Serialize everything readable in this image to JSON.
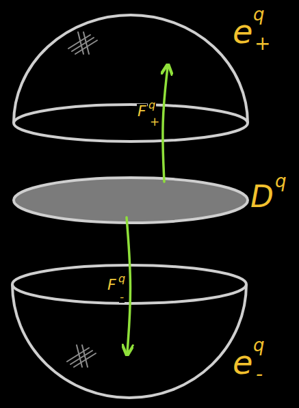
{
  "diagram": {
    "nodes": [
      {
        "text": [
          "e",
          "q",
          "+"
        ]
      },
      {
        "text": [
          "D",
          "q"
        ]
      },
      {
        "text": [
          "e",
          "q",
          "-"
        ]
      }
    ],
    "edges": [
      {
        "from": 1,
        "to": 0,
        "arrow": "to",
        "label": "F"
      },
      {
        "from": 1,
        "to": 2,
        "arrow": "to",
        "label": "F"
      }
    ],
    "labels": [
      "q",
      "+",
      "q",
      "-"
    ]
  }
}
